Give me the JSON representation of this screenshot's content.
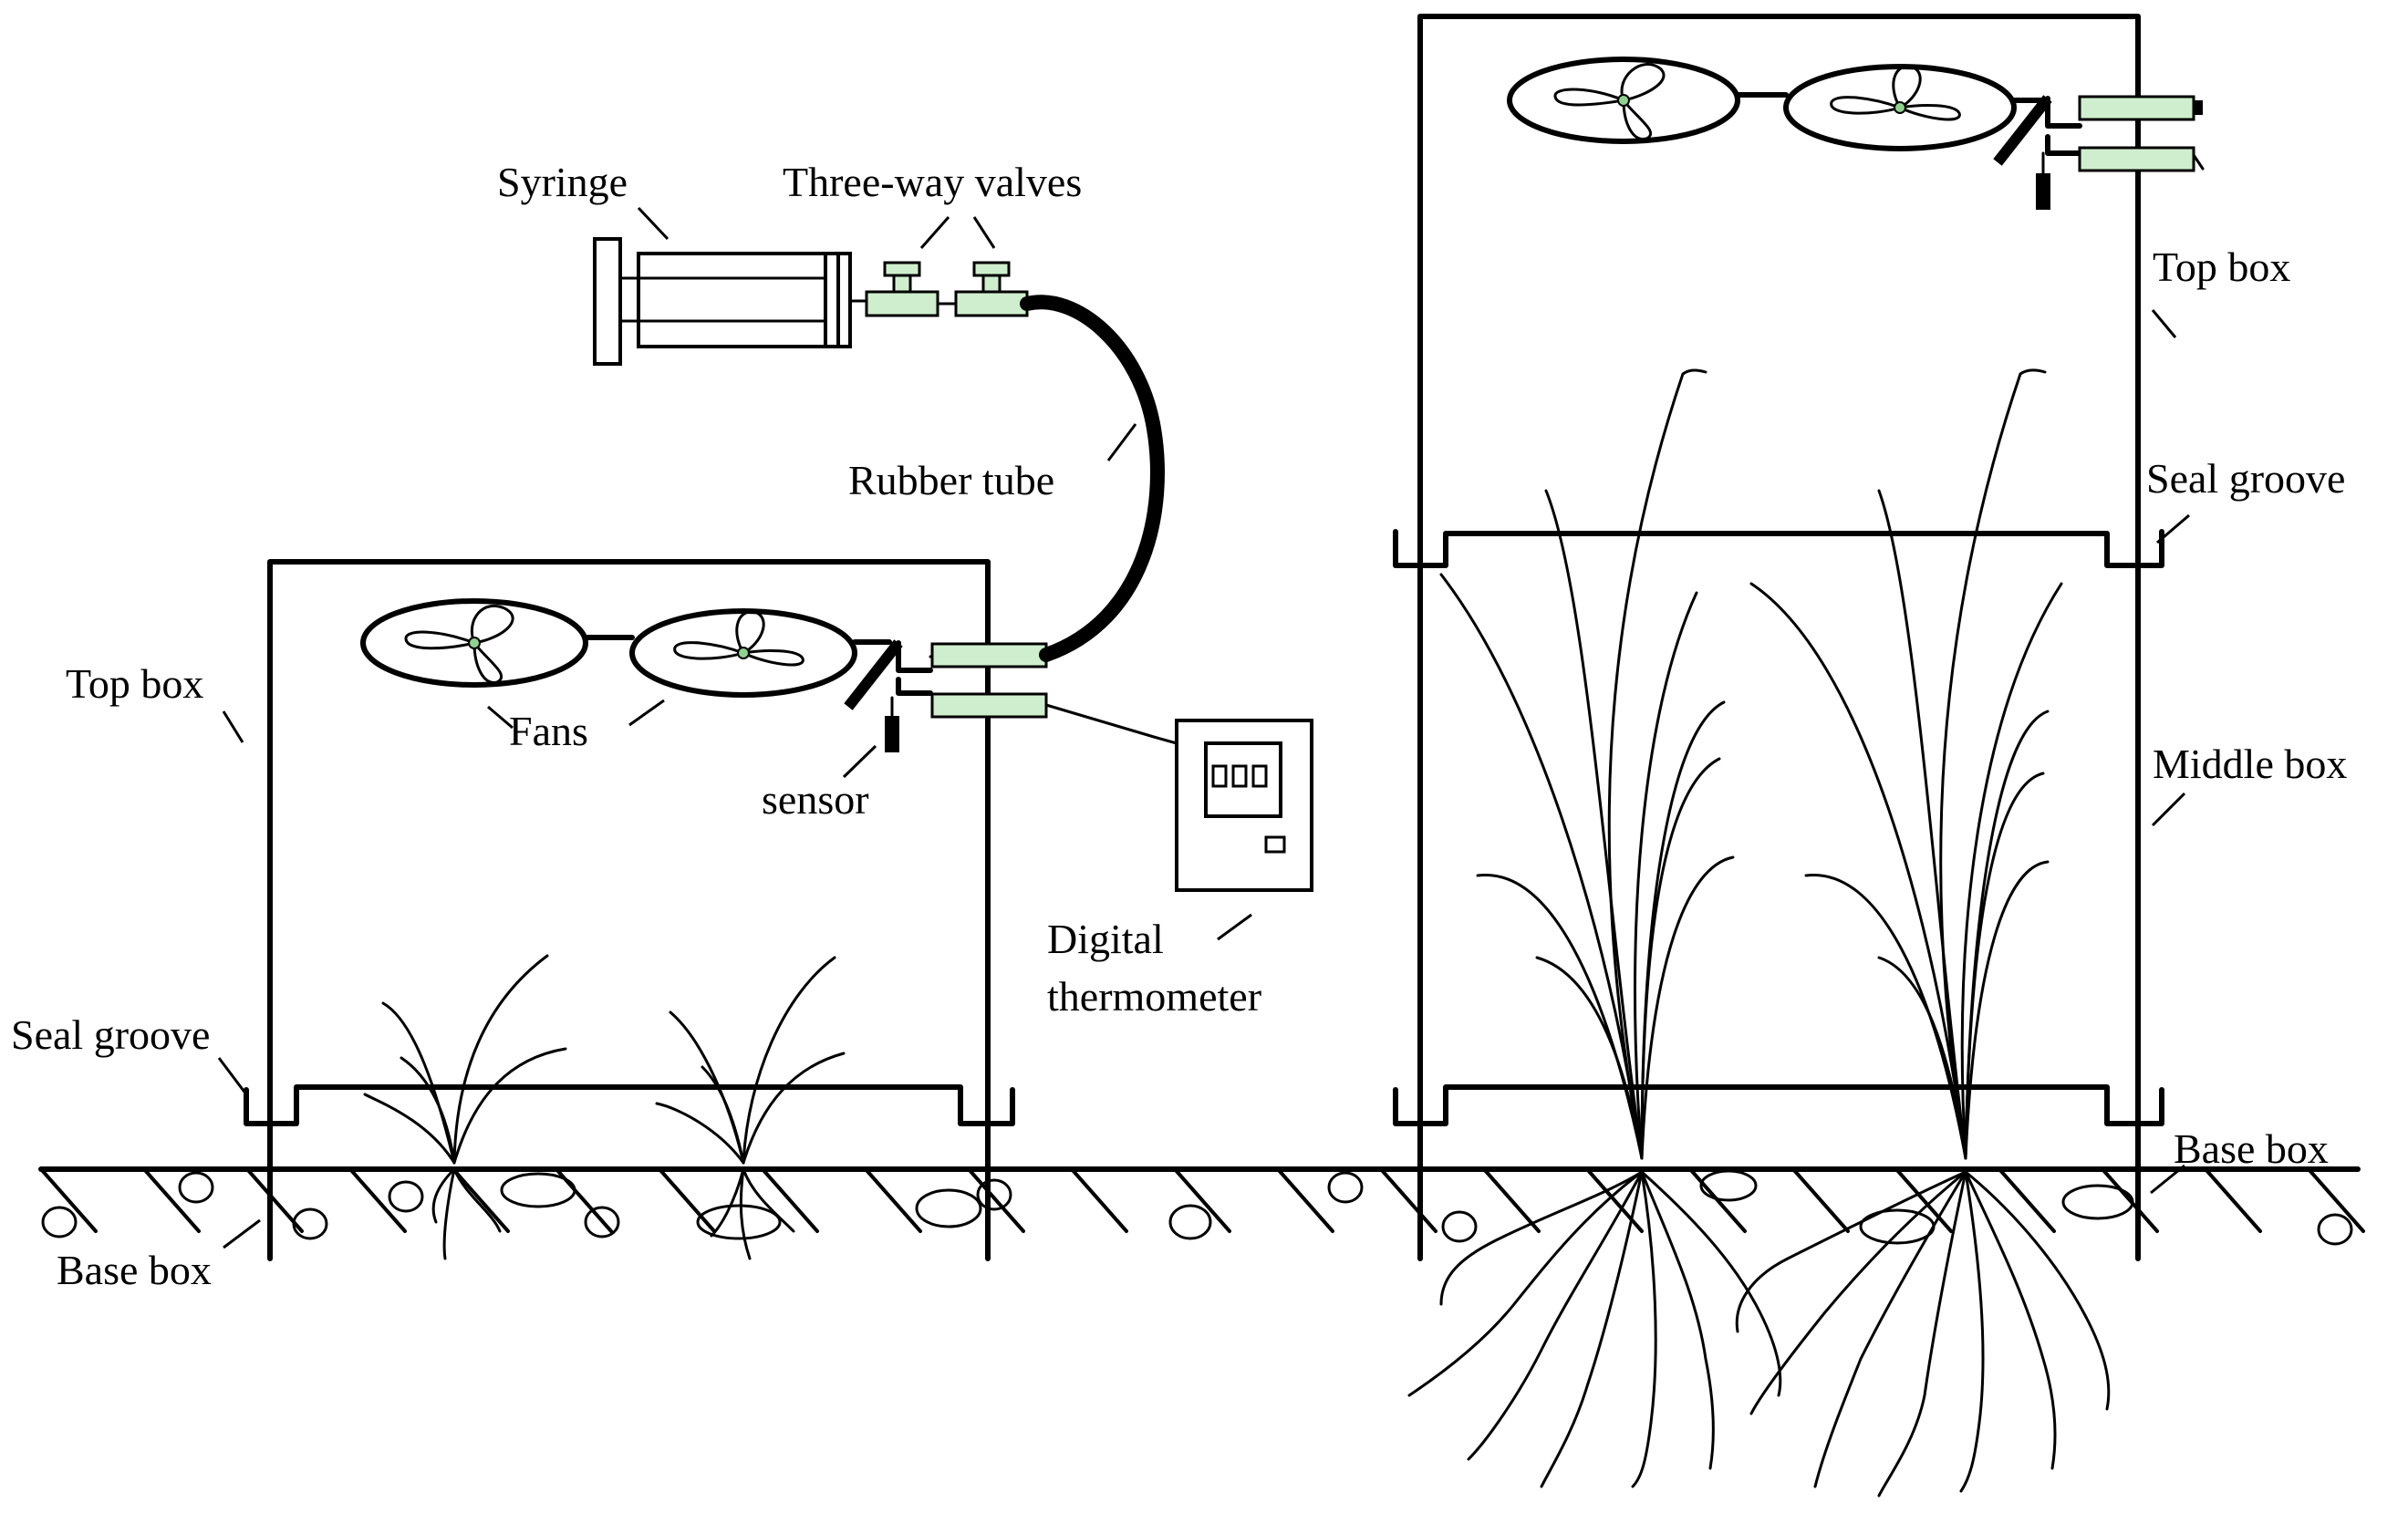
{
  "labels": {
    "syringe": "Syringe",
    "three_way_valves": "Three-way valves",
    "rubber_tube": "Rubber tube",
    "fans": "Fans",
    "sensor": "sensor",
    "digital": "Digital",
    "thermometer": "thermometer",
    "left_top_box": "Top box",
    "left_seal_groove": "Seal groove",
    "left_base_box": "Base box",
    "right_top_box": "Top box",
    "right_seal_groove": "Seal groove",
    "right_middle_box": "Middle box",
    "right_base_box": "Base box"
  },
  "colors": {
    "line": "#000000",
    "valve_fill": "#cfeecd",
    "fan_hub": "#8fd28f",
    "background": "#ffffff"
  },
  "icons": [
    "fan-icon",
    "syringe-icon",
    "three-way-valve-icon",
    "sensor-icon",
    "thermometer-icon",
    "plant-icon"
  ]
}
